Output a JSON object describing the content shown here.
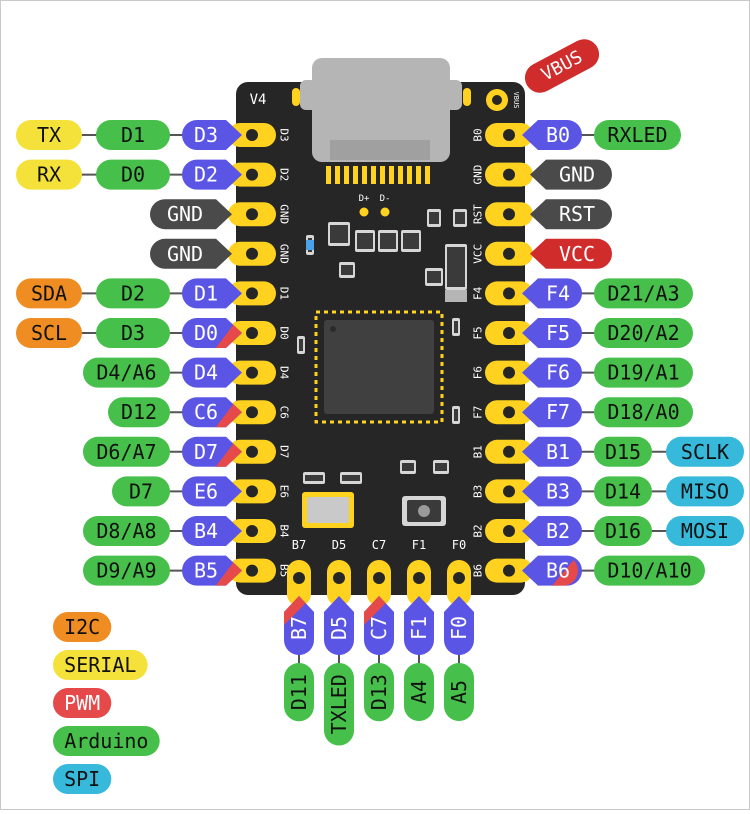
{
  "board": {
    "version": "V4",
    "vbus_pad_label": "VBUS",
    "vbus_callout": "VBUS",
    "led_marks": [
      "D+",
      "D-"
    ]
  },
  "colors": {
    "serial": "#f4e23a",
    "arduino": "#46c04a",
    "gnd": "#4a4a4a",
    "power": "#d02c2c",
    "i2c": "#ef8d22",
    "spi": "#37b9dc",
    "port": "#5b55e6",
    "pwm": "#e5494a",
    "pad": "#ffd21f",
    "board": "#262626",
    "silk": "#ffffff"
  },
  "left_pins": [
    {
      "silk": "D3",
      "port": "D3",
      "pwm": false,
      "labels": [
        {
          "text": "D1",
          "kind": "arduino"
        },
        {
          "text": "TX",
          "kind": "serial"
        }
      ]
    },
    {
      "silk": "D2",
      "port": "D2",
      "pwm": false,
      "labels": [
        {
          "text": "D0",
          "kind": "arduino"
        },
        {
          "text": "RX",
          "kind": "serial"
        }
      ]
    },
    {
      "silk": "GND",
      "port": "GND",
      "pwm": false,
      "kind": "gnd",
      "labels": []
    },
    {
      "silk": "GND",
      "port": "GND",
      "pwm": false,
      "kind": "gnd",
      "labels": []
    },
    {
      "silk": "D1",
      "port": "D1",
      "pwm": false,
      "labels": [
        {
          "text": "D2",
          "kind": "arduino"
        },
        {
          "text": "SDA",
          "kind": "i2c"
        }
      ]
    },
    {
      "silk": "D0",
      "port": "D0",
      "pwm": true,
      "labels": [
        {
          "text": "D3",
          "kind": "arduino"
        },
        {
          "text": "SCL",
          "kind": "i2c"
        }
      ]
    },
    {
      "silk": "D4",
      "port": "D4",
      "pwm": false,
      "labels": [
        {
          "text": "D4/A6",
          "kind": "arduino"
        }
      ]
    },
    {
      "silk": "C6",
      "port": "C6",
      "pwm": true,
      "labels": [
        {
          "text": "D12",
          "kind": "arduino"
        }
      ]
    },
    {
      "silk": "D7",
      "port": "D7",
      "pwm": true,
      "labels": [
        {
          "text": "D6/A7",
          "kind": "arduino"
        }
      ]
    },
    {
      "silk": "E6",
      "port": "E6",
      "pwm": false,
      "labels": [
        {
          "text": "D7",
          "kind": "arduino"
        }
      ]
    },
    {
      "silk": "B4",
      "port": "B4",
      "pwm": false,
      "labels": [
        {
          "text": "D8/A8",
          "kind": "arduino"
        }
      ]
    },
    {
      "silk": "B5",
      "port": "B5",
      "pwm": true,
      "labels": [
        {
          "text": "D9/A9",
          "kind": "arduino"
        }
      ]
    }
  ],
  "right_pins": [
    {
      "silk": "B0",
      "port": "B0",
      "pwm": false,
      "labels": [
        {
          "text": "RXLED",
          "kind": "arduino"
        }
      ]
    },
    {
      "silk": "GND",
      "port": "GND",
      "pwm": false,
      "kind": "gnd",
      "labels": []
    },
    {
      "silk": "RST",
      "port": "RST",
      "pwm": false,
      "kind": "gnd",
      "labels": []
    },
    {
      "silk": "VCC",
      "port": "VCC",
      "pwm": false,
      "kind": "power",
      "labels": []
    },
    {
      "silk": "F4",
      "port": "F4",
      "pwm": false,
      "labels": [
        {
          "text": "D21/A3",
          "kind": "arduino"
        }
      ]
    },
    {
      "silk": "F5",
      "port": "F5",
      "pwm": false,
      "labels": [
        {
          "text": "D20/A2",
          "kind": "arduino"
        }
      ]
    },
    {
      "silk": "F6",
      "port": "F6",
      "pwm": false,
      "labels": [
        {
          "text": "D19/A1",
          "kind": "arduino"
        }
      ]
    },
    {
      "silk": "F7",
      "port": "F7",
      "pwm": false,
      "labels": [
        {
          "text": "D18/A0",
          "kind": "arduino"
        }
      ]
    },
    {
      "silk": "B1",
      "port": "B1",
      "pwm": false,
      "labels": [
        {
          "text": "D15",
          "kind": "arduino"
        },
        {
          "text": "SCLK",
          "kind": "spi"
        }
      ]
    },
    {
      "silk": "B3",
      "port": "B3",
      "pwm": false,
      "labels": [
        {
          "text": "D14",
          "kind": "arduino"
        },
        {
          "text": "MISO",
          "kind": "spi"
        }
      ]
    },
    {
      "silk": "B2",
      "port": "B2",
      "pwm": false,
      "labels": [
        {
          "text": "D16",
          "kind": "arduino"
        },
        {
          "text": "MOSI",
          "kind": "spi"
        }
      ]
    },
    {
      "silk": "B6",
      "port": "B6",
      "pwm": true,
      "labels": [
        {
          "text": "D10/A10",
          "kind": "arduino"
        }
      ]
    }
  ],
  "bottom_pins": [
    {
      "silk": "B7",
      "port": "B7",
      "pwm": true,
      "labels": [
        {
          "text": "D11",
          "kind": "arduino"
        }
      ]
    },
    {
      "silk": "D5",
      "port": "D5",
      "pwm": false,
      "labels": [
        {
          "text": "TXLED",
          "kind": "arduino"
        }
      ]
    },
    {
      "silk": "C7",
      "port": "C7",
      "pwm": true,
      "labels": [
        {
          "text": "D13",
          "kind": "arduino"
        }
      ]
    },
    {
      "silk": "F1",
      "port": "F1",
      "pwm": false,
      "labels": [
        {
          "text": "A4",
          "kind": "arduino"
        }
      ]
    },
    {
      "silk": "F0",
      "port": "F0",
      "pwm": false,
      "labels": [
        {
          "text": "A5",
          "kind": "arduino"
        }
      ]
    }
  ],
  "legend": [
    {
      "text": "I2C",
      "kind": "i2c"
    },
    {
      "text": "SERIAL",
      "kind": "serial"
    },
    {
      "text": "PWM",
      "kind": "pwm"
    },
    {
      "text": "Arduino",
      "kind": "arduino"
    },
    {
      "text": "SPI",
      "kind": "spi"
    }
  ]
}
